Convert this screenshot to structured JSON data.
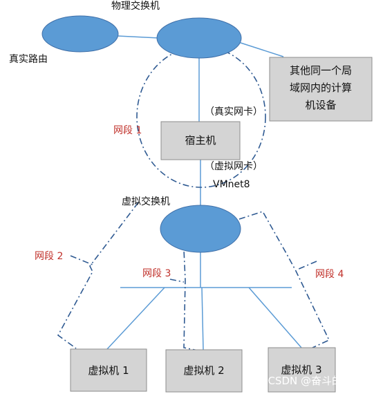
{
  "colors": {
    "node_fill": "#5b9bd5",
    "node_stroke": "#3f6fa8",
    "line": "#5b9bd5",
    "dash": "#2f5a92",
    "box_fill": "#d4d4d4",
    "box_stroke": "#8c8c8c",
    "segment_text": "#c0302a"
  },
  "labels": {
    "physical_switch": "物理交换机",
    "real_router": "真实路由",
    "other_devices": [
      "其他同一个局",
      "域网内的计算",
      "机设备"
    ],
    "real_nic": "（真实网卡）",
    "host": "宿主机",
    "virtual_nic": "（虚拟网卡）",
    "vmnet": "VMnet8",
    "virtual_switch": "虚拟交换机",
    "segment_1": "网段 1",
    "segment_2": "网段 2",
    "segment_3": "网段 3",
    "segment_4": "网段 4",
    "vm_1": "虚拟机 1",
    "vm_2": "虚拟机 2",
    "vm_3": "虚拟机 3",
    "watermark": "CSDN @奋斗的啊强"
  }
}
